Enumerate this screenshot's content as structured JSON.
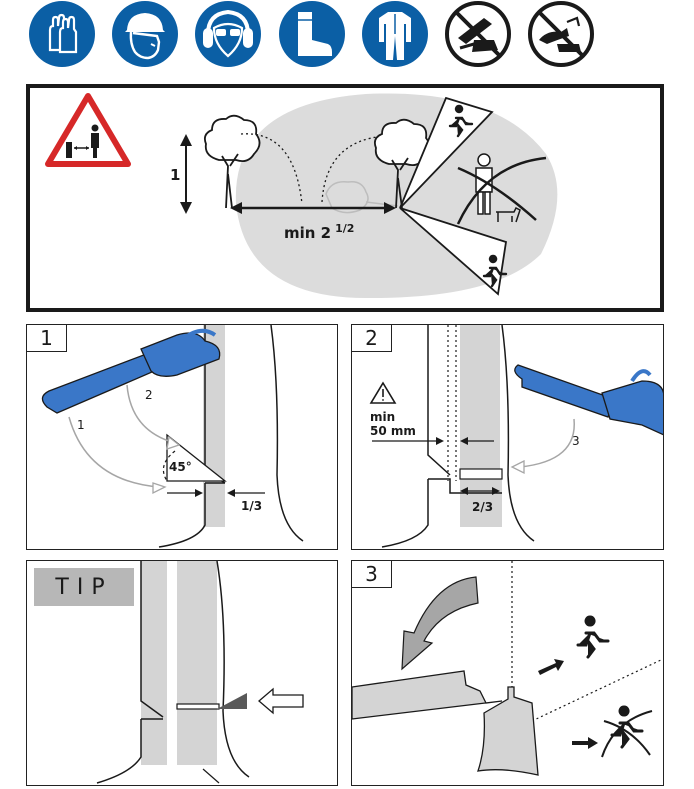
{
  "colors": {
    "ppe_blue": "#0b5fa5",
    "prohibit_black": "#1a1a1a",
    "warning_red": "#d62828",
    "saw_blue": "#3a77c8",
    "zone_gray": "#dcdcdc",
    "wood_gray": "#d4d4d4",
    "tip_gray": "#b7b7b7"
  },
  "ppe_icons": [
    {
      "name": "gloves-icon"
    },
    {
      "name": "helmet-icon"
    },
    {
      "name": "ear-eye-protection-icon"
    },
    {
      "name": "safety-boots-icon"
    },
    {
      "name": "protective-suit-icon"
    },
    {
      "name": "no-one-hand-sawing-icon"
    },
    {
      "name": "no-kickback-zone-icon"
    }
  ],
  "felling_zone": {
    "height_label": "1",
    "distance_label": "min 2",
    "distance_fraction": "1/2"
  },
  "panel1": {
    "number": "1",
    "angle_label": "45°",
    "cut1_label": "1",
    "cut2_label": "2",
    "depth_label": "1/3"
  },
  "panel2": {
    "number": "2",
    "warning_line1": "min",
    "warning_line2": "50 mm",
    "cut3_label": "3",
    "depth_label": "2/3"
  },
  "panel_tip": {
    "title": "TIP"
  },
  "panel3": {
    "number": "3"
  }
}
